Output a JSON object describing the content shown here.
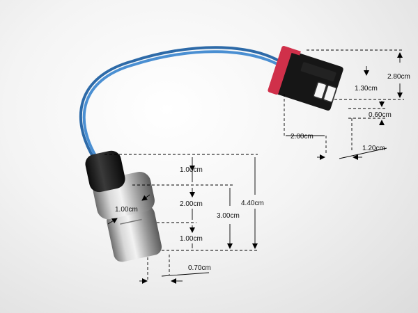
{
  "dimensions": {
    "probe_top": "1.00cm",
    "probe_middle": "2.00cm",
    "probe_diameter": "1.00cm",
    "probe_bottom": "1.00cm",
    "probe_lower": "3.00cm",
    "probe_total": "4.40cm",
    "probe_tip": "0.70cm",
    "connector_height": "2.80cm",
    "connector_pin_depth": "1.30cm",
    "connector_pin_gap": "0.60cm",
    "connector_width": "2.00cm",
    "connector_pin_width": "1.20cm"
  },
  "colors": {
    "wire": "#3a7fc4",
    "connector_body": "#151515",
    "connector_latch": "#d0304a",
    "probe_cap": "#1c1c1c",
    "probe_steel": "#b8b8b8"
  }
}
